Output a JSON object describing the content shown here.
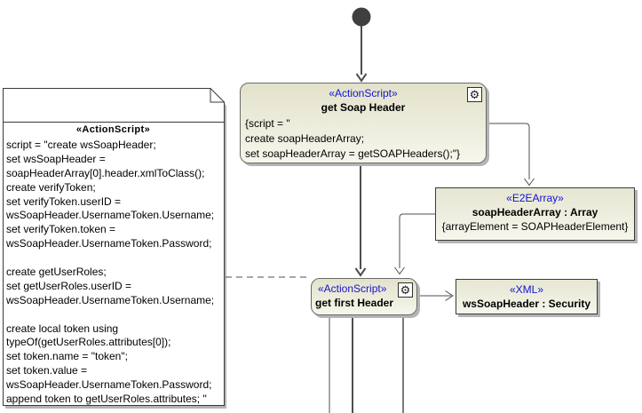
{
  "colors": {
    "stereotype_blue": "#1414CC",
    "node_fill_top": "#E2E2CB",
    "node_fill_bottom": "#F6F6EC",
    "action_border": "#6A6A6A",
    "object_border": "#3A3A3A",
    "shadow_gray": "#B4B4B4",
    "connector_gray": "#4D4D4D",
    "initial_node_fill": "#3F3F3F",
    "note_fill": "#FFFFFF"
  },
  "icons": {
    "gear": "⚙"
  },
  "note": {
    "stereotype": "«ActionScript»",
    "lines": [
      "script = \"create wsSoapHeader;",
      "set wsSoapHeader =",
      "soapHeaderArray[0].header.xmlToClass();",
      "create verifyToken;",
      "set verifyToken.userID =",
      "wsSoapHeader.UsernameToken.Username;",
      "set verifyToken.token =",
      "wsSoapHeader.UsernameToken.Password;",
      "",
      "create getUserRoles;",
      "set getUserRoles.userID =",
      "wsSoapHeader.UsernameToken.Username;",
      "",
      "create local token using",
      "typeOf(getUserRoles.attributes[0]);",
      "set token.name = \"token\";",
      "set token.value =",
      "wsSoapHeader.UsernameToken.Password;",
      "append token to getUserRoles.attributes; \""
    ]
  },
  "actions": {
    "get_soap_header": {
      "stereotype": "«ActionScript»",
      "title": "get Soap Header",
      "script_lines": [
        "{script = \"",
        "create soapHeaderArray;",
        "set soapHeaderArray = getSOAPHeaders();\"}"
      ]
    },
    "get_first_header": {
      "stereotype": "«ActionScript»",
      "title": "get first Header"
    }
  },
  "objects": {
    "soap_header_array": {
      "stereotype": "«E2EArray»",
      "title": "soapHeaderArray : Array",
      "constraint": "{arrayElement = SOAPHeaderElement}"
    },
    "ws_soap_header": {
      "stereotype": "«XML»",
      "title": "wsSoapHeader : Security"
    }
  }
}
